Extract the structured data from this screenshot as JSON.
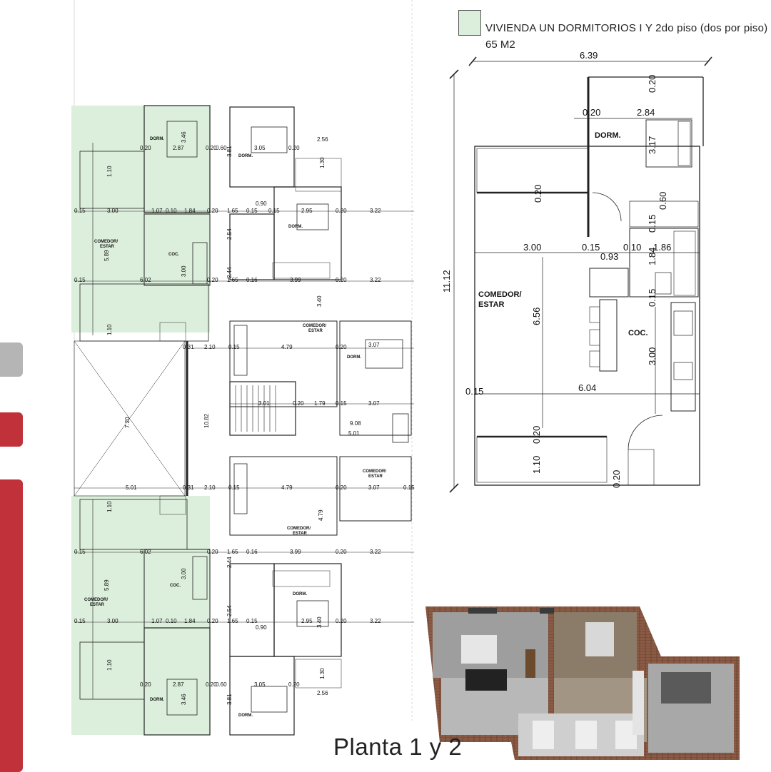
{
  "legend": {
    "swatch_color": "#dcefdc",
    "text": "VIVIENDA UN DORMITORIOS I Y 2do piso (dos por piso)",
    "area": "65 M2"
  },
  "title": "Planta 1 y 2",
  "colors": {
    "accent_red": "#c1313a",
    "tab_gray": "#b5b5b5",
    "green_fill": "#dcefdc"
  },
  "unit_plan": {
    "rooms": {
      "dorm": "DORM.",
      "comedor_1": "COMEDOR/",
      "comedor_2": "ESTAR",
      "coc": "COC."
    },
    "dims": {
      "total_width": "6.39",
      "total_height": "11.12",
      "wall_top": "0.20",
      "dorm_w_offset": "0.20",
      "dorm_w": "2.84",
      "dorm_h": "3.17",
      "hall": "0.20",
      "closet": "0.60",
      "bath_wall": "0.15",
      "living_w": "3.00",
      "w1": "0.15",
      "w2": "0.93",
      "w3": "0.10",
      "bath_w": "1.86",
      "bath_h": "1.84",
      "kitchen_wall": "0.15",
      "living_h": "6.56",
      "kitchen_h": "3.00",
      "left_wall": "0.15",
      "total_inner": "6.04",
      "balcony_wall": "0.20",
      "balcony": "1.10",
      "bottom_wall": "0.20"
    }
  },
  "building_plan": {
    "rooms": {
      "dorm": "DORM.",
      "comedor_1": "COMEDOR/",
      "comedor_2": "ESTAR",
      "coc": "COC."
    },
    "dims": {
      "d_015": "0.15",
      "d_300": "3.00",
      "d_107": "1.07",
      "d_010": "0.10",
      "d_184": "1.84",
      "d_020": "0.20",
      "d_165": "1.65",
      "d_016": "0.16",
      "d_399": "3.99",
      "d_322": "3.22",
      "d_602": "6.02",
      "d_589": "5.89",
      "d_110": "1.10",
      "d_287": "2.87",
      "d_346": "3.46",
      "d_060": "0.60",
      "d_305": "3.05",
      "d_381": "3.81",
      "d_256": "2.56",
      "d_130": "1.30",
      "d_295": "2.95",
      "d_340": "3.40",
      "d_090": "0.90",
      "d_254": "2.54",
      "d_244": "2.44",
      "d_031": "0.31",
      "d_210": "2.10",
      "d_479": "4.79",
      "d_307": "3.07",
      "d_720": "7.20",
      "d_1082": "10.82",
      "d_301": "3.01",
      "d_179": "1.79",
      "d_908": "9.08",
      "d_501": "5.01"
    }
  }
}
